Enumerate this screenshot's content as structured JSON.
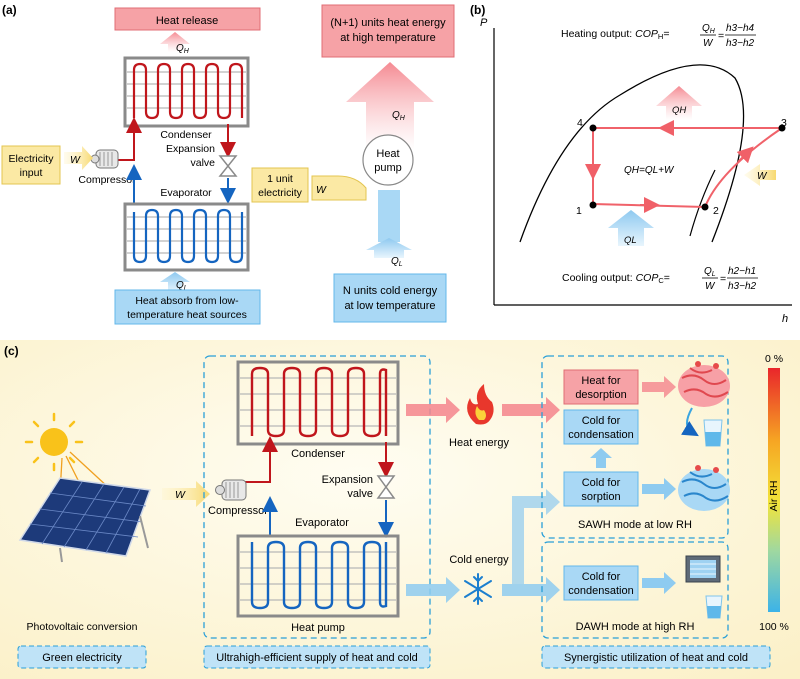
{
  "panel_a": {
    "label": "(a)",
    "heat_release": "Heat release",
    "qh": "Q",
    "qh_sub": "H",
    "ql": "Q",
    "ql_sub": "L",
    "condenser": "Condenser",
    "evaporator": "Evaporator",
    "compressor": "Compressor",
    "expansion_1": "Expansion",
    "expansion_2": "valve",
    "elec_in_1": "Electricity",
    "elec_in_2": "input",
    "w": "W",
    "heat_absorb_1": "Heat absorb from low-",
    "heat_absorb_2": "temperature heat sources",
    "units_high_1": "(N+1) units heat energy",
    "units_high_2": "at high temperature",
    "heat_pump_1": "Heat",
    "heat_pump_2": "pump",
    "unit_elec_1": "1 unit",
    "unit_elec_2": "electricity",
    "units_cold_1": "N units cold energy",
    "units_cold_2": "at low temperature"
  },
  "panel_b": {
    "label": "(b)",
    "axis_p": "P",
    "axis_h": "h",
    "heating_prefix": "Heating output: ",
    "cop": "COP",
    "cop_h_sub": "H",
    "eq": "=",
    "q_h_frac": "Q",
    "q_h_frac_sub": "H",
    "w_den": "W",
    "h3_minus_h4": "h3−h4",
    "h3_minus_h2": "h3−h2",
    "cooling_prefix": "Cooling output: ",
    "cop_c_sub": "C",
    "q_l_frac": "Q",
    "q_l_frac_sub": "L",
    "h2_minus_h1": "h2−h1",
    "center_eq": "QH=QL+W",
    "point_1": "1",
    "point_2": "2",
    "point_3": "3",
    "point_4": "4",
    "qh_arrow": "QH",
    "ql_arrow": "QL",
    "w_arrow": "W"
  },
  "panel_c": {
    "label": "(c)",
    "w": "W",
    "compressor": "Compressor",
    "condenser": "Condenser",
    "evaporator": "Evaporator",
    "expansion_1": "Expansion",
    "expansion_2": "valve",
    "heat_pump": "Heat pump",
    "heat_energy": "Heat energy",
    "cold_energy": "Cold energy",
    "heat_desorption_1": "Heat for",
    "heat_desorption_2": "desorption",
    "cold_condensation_1": "Cold for",
    "cold_condensation_2": "condensation",
    "cold_sorption_1": "Cold for",
    "cold_sorption_2": "sorption",
    "cold_condensation_b1": "Cold for",
    "cold_condensation_b2": "condensation",
    "sawh_mode": "SAWH mode at low RH",
    "dawh_mode": "DAWH mode at high RH",
    "pv_conversion": "Photovoltaic conversion",
    "rh_top": "0 %",
    "rh_bottom": "100 %",
    "air_rh": "Air RH",
    "green_electricity": "Green electricity",
    "supply": "Ultrahigh-efficient supply of heat and cold",
    "synergy": "Synergistic utilization of heat and cold"
  },
  "colors": {
    "hot_red": "#c0161c",
    "cold_blue": "#1565c0",
    "pink_fill": "#f8a3a8",
    "light_blue_fill": "#a9d8f5",
    "yellow_fill": "#fbeaa8",
    "dashed_blue": "#2a9fd8",
    "grey_frame": "#8a8a8a"
  }
}
